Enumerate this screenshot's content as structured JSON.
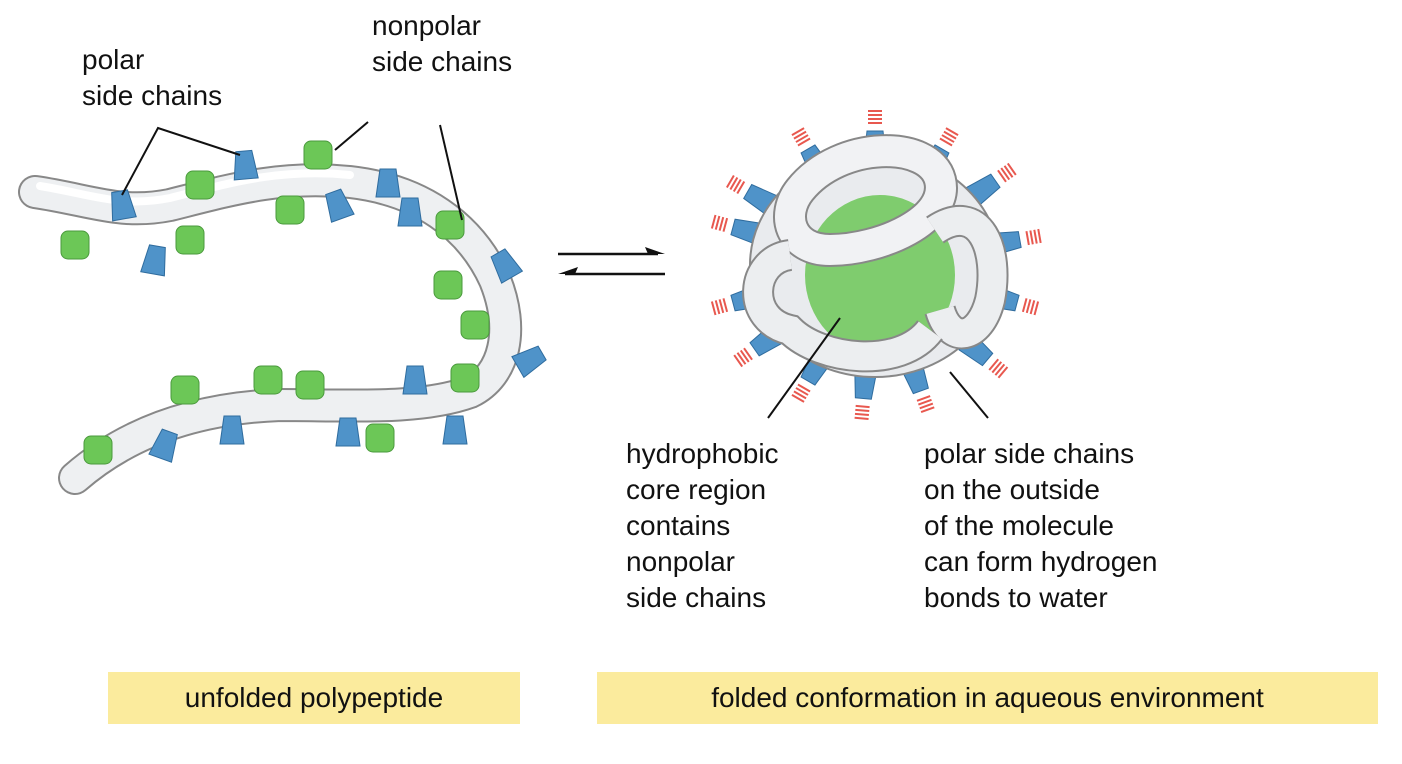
{
  "labels": {
    "polar_side_chains": [
      "polar",
      "side chains"
    ],
    "nonpolar_side_chains": [
      "nonpolar",
      "side chains"
    ],
    "hydrophobic_core": [
      "hydrophobic",
      "core region",
      "contains",
      "nonpolar",
      "side chains"
    ],
    "polar_outside": [
      "polar side chains",
      "on the outside",
      "of the molecule",
      "can form hydrogen",
      "bonds to water"
    ]
  },
  "captions": {
    "unfolded": "unfolded polypeptide",
    "folded": "folded conformation in aqueous environment"
  },
  "colors": {
    "polar": "#4f93c9",
    "nonpolar": "#6cc757",
    "hbond": "#e8584f",
    "backbone": "#eef0f2",
    "caption_bg": "#fbeb9d"
  }
}
